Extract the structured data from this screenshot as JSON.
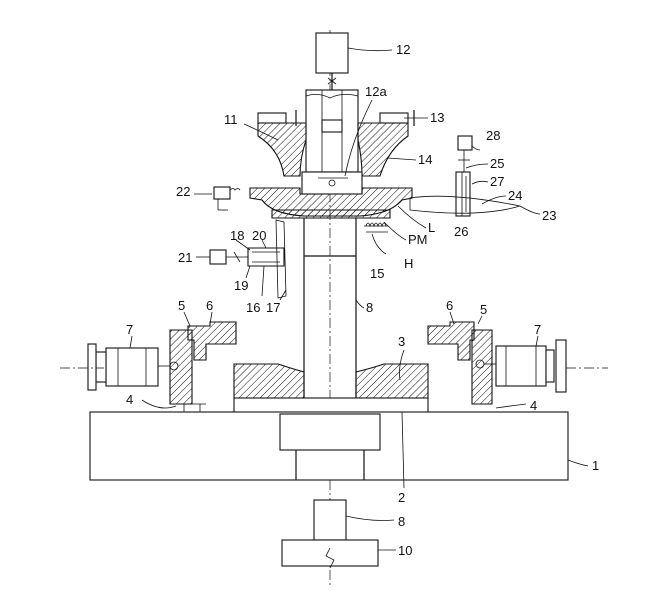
{
  "labels": {
    "l12": "12",
    "l12a": "12a",
    "l11": "11",
    "l13": "13",
    "l14": "14",
    "l28": "28",
    "l25": "25",
    "l27": "27",
    "l24": "24",
    "l23": "23",
    "l22": "22",
    "lL": "L",
    "lPM": "PM",
    "lH": "H",
    "l26": "26",
    "l15": "15",
    "l18": "18",
    "l20": "20",
    "l21": "21",
    "l19": "19",
    "l16": "16",
    "l17": "17",
    "l8a": "8",
    "l5a": "5",
    "l6a": "6",
    "l7a": "7",
    "l6b": "6",
    "l5b": "5",
    "l7b": "7",
    "l3": "3",
    "l4a": "4",
    "l4b": "4",
    "l1": "1",
    "l2": "2",
    "l8b": "8",
    "l10": "10"
  }
}
